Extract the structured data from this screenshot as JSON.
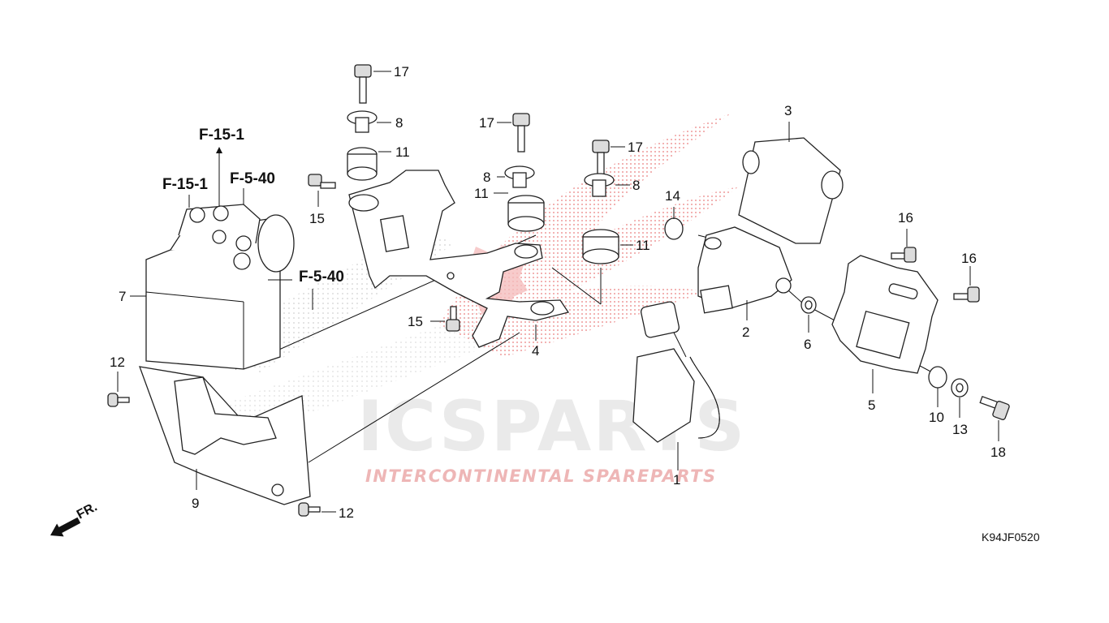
{
  "diagram_code": "K94JF0520",
  "front_label": "FR.",
  "references": {
    "f15_1_top": "F-15-1",
    "f15_1_left": "F-15-1",
    "f5_40_top": "F-5-40",
    "f5_40_right": "F-5-40"
  },
  "watermark": {
    "brand": "ICSPARTS",
    "tagline": "INTERCONTINENTAL SPAREPARTS",
    "color": "#e03a3a"
  },
  "callouts": {
    "n1": "1",
    "n2": "2",
    "n3": "3",
    "n4": "4",
    "n5": "5",
    "n6": "6",
    "n7": "7",
    "n8a": "8",
    "n8b": "8",
    "n8c": "8",
    "n9": "9",
    "n10": "10",
    "n11a": "11",
    "n11b": "11",
    "n11c": "11",
    "n12a": "12",
    "n12b": "12",
    "n13": "13",
    "n14": "14",
    "n15a": "15",
    "n15b": "15",
    "n16a": "16",
    "n16b": "16",
    "n17a": "17",
    "n17b": "17",
    "n17c": "17",
    "n18": "18"
  },
  "icons": {
    "front_arrow": "front-direction-arrow-icon"
  }
}
